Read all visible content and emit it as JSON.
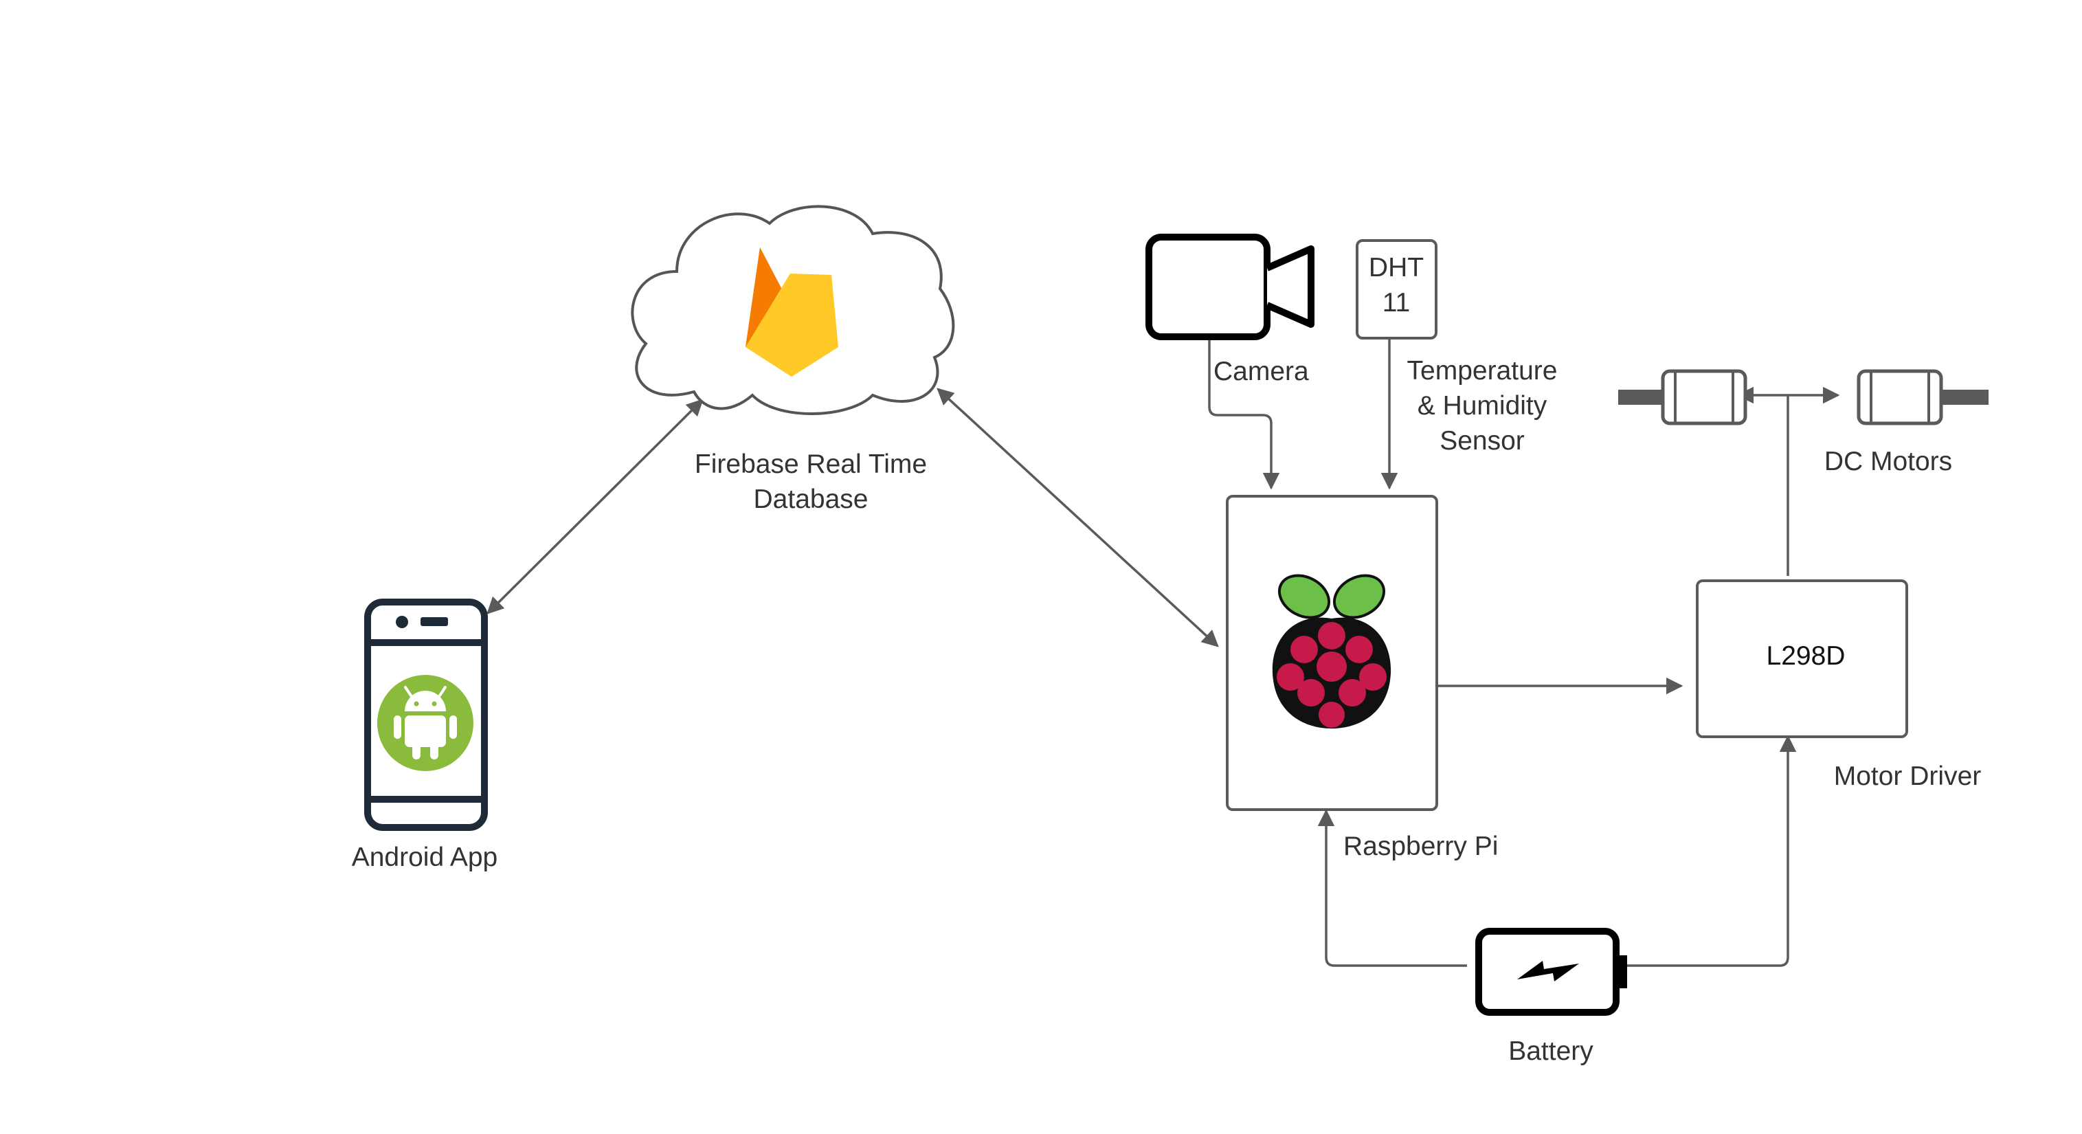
{
  "labels": {
    "firebase_line1": "Firebase Real Time",
    "firebase_line2": "Database",
    "android": "Android App",
    "camera": "Camera",
    "dht_line1": "DHT",
    "dht_line2": "11",
    "sensor_line1": "Temperature",
    "sensor_line2": "& Humidity",
    "sensor_line3": "Sensor",
    "dc_motors": "DC Motors",
    "l298d": "L298D",
    "motor_driver": "Motor Driver",
    "raspberry_pi": "Raspberry Pi",
    "battery": "Battery"
  },
  "icons": {
    "cloud": "cloud-icon",
    "firebase": "firebase-flame-icon",
    "phone": "smartphone-icon",
    "android": "android-robot-icon",
    "camera": "video-camera-icon",
    "raspberry": "raspberry-pi-logo-icon",
    "battery": "battery-icon",
    "motor": "dc-motor-icon"
  },
  "colors": {
    "line": "#5a5a5a",
    "box_border": "#5a5a5a",
    "phone_frame": "#1f2a38",
    "android_green": "#8bbb3c",
    "firebase_yellow": "#ffca28",
    "firebase_orange": "#f57c00",
    "firebase_amber": "#ffa000",
    "raspberry_red": "#c51a4a",
    "leaf_green": "#6cc04a"
  }
}
